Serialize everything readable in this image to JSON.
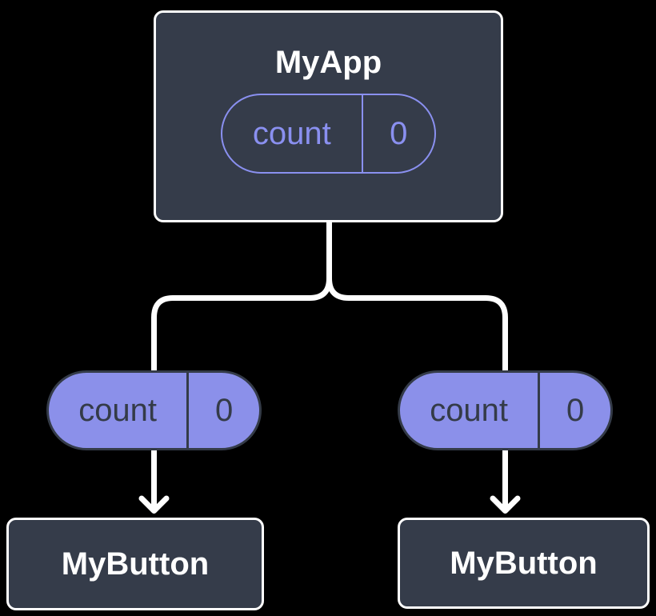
{
  "diagram": {
    "type": "component-tree",
    "background": "#000000",
    "colors": {
      "node_fill": "#353c4a",
      "node_border": "#ffffff",
      "pill_fill": "#8b90ea",
      "pill_outline": "#8a90f0",
      "dark_text": "#343b48",
      "white_text": "#ffffff",
      "connector": "#ffffff"
    },
    "root": {
      "title": "MyApp",
      "state": {
        "label": "count",
        "value": "0"
      }
    },
    "children": [
      {
        "title": "MyButton",
        "prop": {
          "label": "count",
          "value": "0"
        }
      },
      {
        "title": "MyButton",
        "prop": {
          "label": "count",
          "value": "0"
        }
      }
    ]
  }
}
